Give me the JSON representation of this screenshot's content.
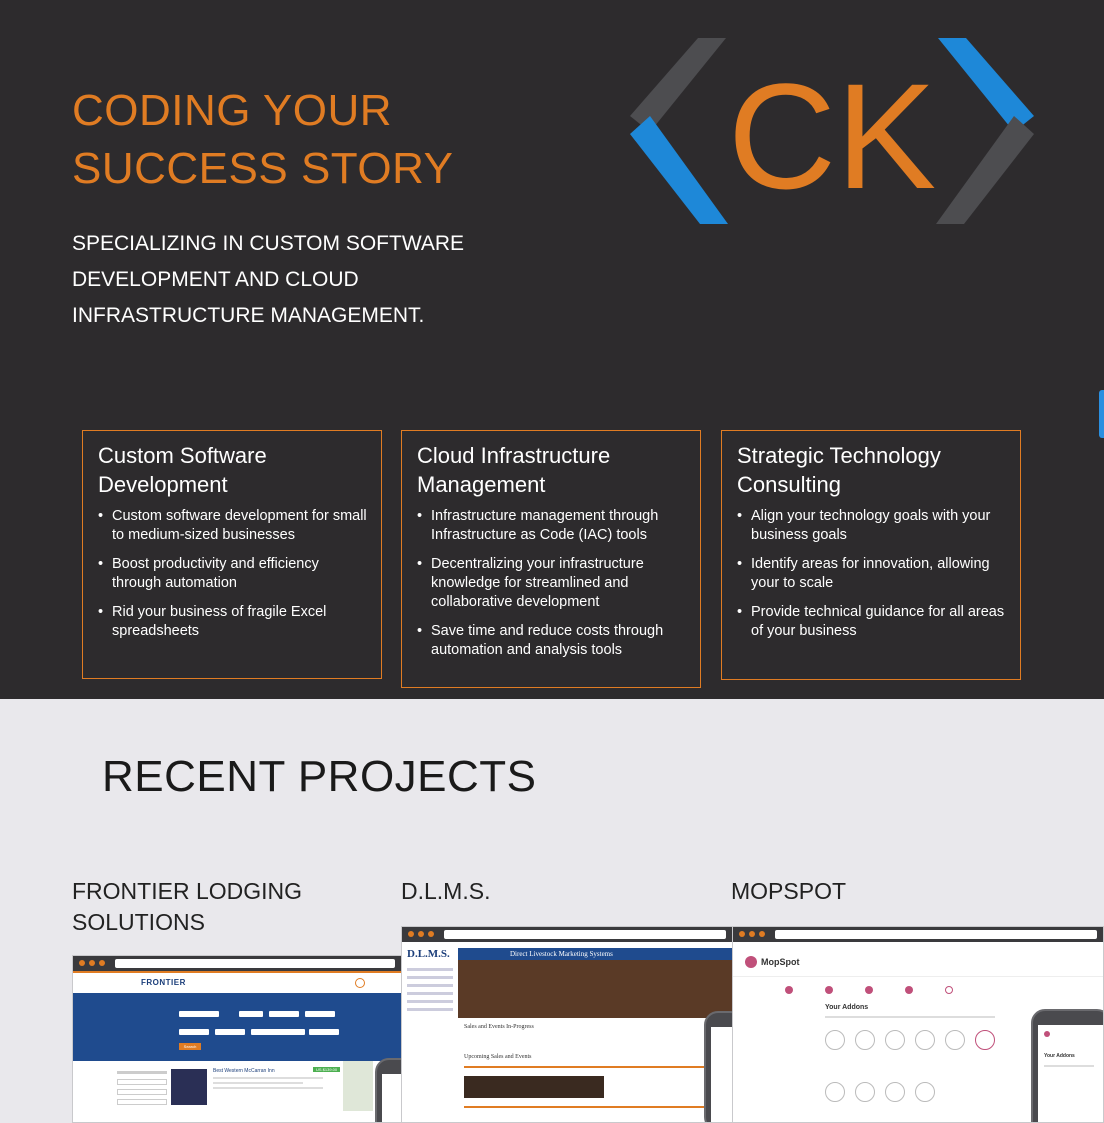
{
  "hero": {
    "title": "CODING YOUR SUCCESS STORY",
    "subtitle": "SPECIALIZING IN CUSTOM SOFTWARE DEVELOPMENT AND CLOUD INFRASTRUCTURE MANAGEMENT.",
    "logo_text": "CK",
    "colors": {
      "accent": "#e07c23",
      "blue": "#1e88d8",
      "background": "#2d2b2d"
    }
  },
  "services": [
    {
      "title": "Custom Software Development",
      "bullets": [
        "Custom software development for small to medium-sized businesses",
        "Boost productivity and efficiency through automation",
        "Rid your business of fragile Excel spreadsheets"
      ]
    },
    {
      "title": "Cloud Infrastructure Management",
      "bullets": [
        "Infrastructure management through Infrastructure as Code (IAC) tools",
        "Decentralizing your infrastructure knowledge for streamlined and collaborative development",
        "Save time and reduce costs through automation and analysis tools"
      ]
    },
    {
      "title": "Strategic Technology Consulting",
      "bullets": [
        "Align your technology goals with your business goals",
        "Identify areas for innovation, allowing your to scale",
        "Provide technical guidance for all areas of your business"
      ]
    }
  ],
  "projects": {
    "title": "RECENT PROJECTS",
    "items": [
      {
        "name": "FRONTIER LODGING SOLUTIONS",
        "screenshot": {
          "logo": "FRONTIER",
          "listing": "Best Western McCarran Inn",
          "price": "US $139.00",
          "button": "Search"
        }
      },
      {
        "name": "D.L.M.S.",
        "screenshot": {
          "logo": "D.L.M.S.",
          "banner": "Direct Livestock Marketing Systems",
          "heading": "Sales and Events In-Progress",
          "heading2": "Upcoming Sales and Events"
        }
      },
      {
        "name": "MOPSPOT",
        "screenshot": {
          "logo": "MopSpot",
          "heading": "Your Addons",
          "phone_heading": "Your Addons"
        }
      }
    ]
  }
}
